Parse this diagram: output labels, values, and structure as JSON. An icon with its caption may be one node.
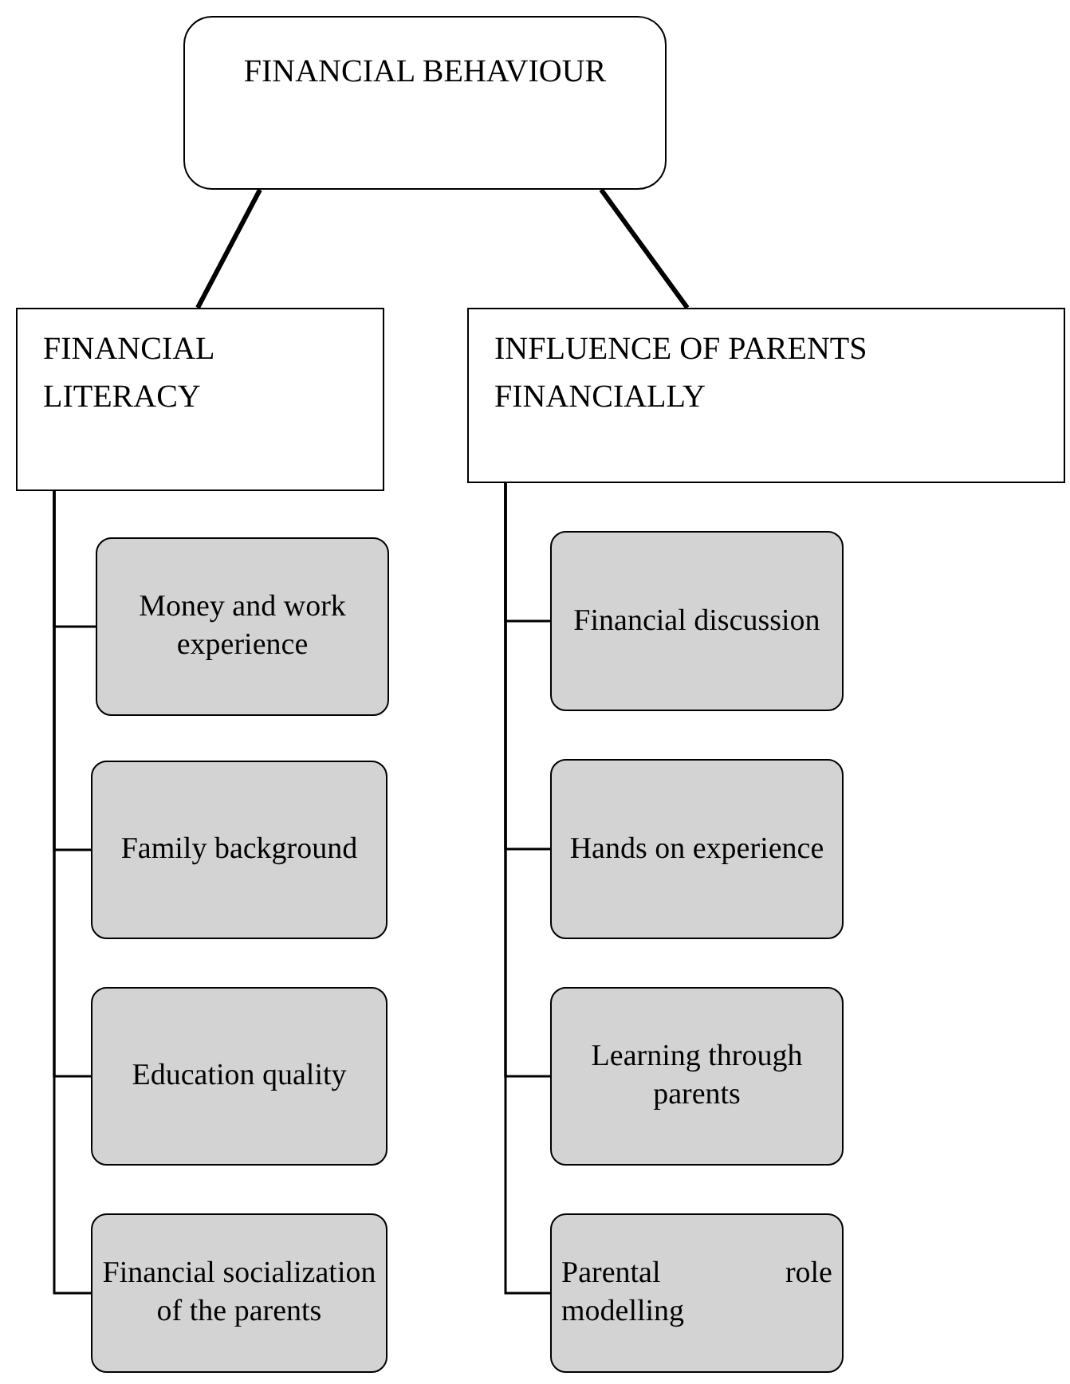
{
  "diagram": {
    "nodes": [
      {
        "text": [
          "FINANCIAL BEHAVIOUR"
        ]
      },
      {
        "text": [
          "FINANCIAL LITERACY"
        ]
      },
      {
        "text": [
          "INFLUENCE OF PARENTS FINANCIALLY"
        ]
      },
      {
        "text": [
          "Money and work experience"
        ]
      },
      {
        "text": [
          "Family background"
        ]
      },
      {
        "text": [
          "Education quality"
        ]
      },
      {
        "text": [
          "Financial socialization of the parents"
        ]
      },
      {
        "text": [
          "Financial discussion"
        ]
      },
      {
        "text": [
          "Hands on experience"
        ]
      },
      {
        "text": [
          "Learning through parents"
        ]
      },
      {
        "text": [
          "Parental role modelling"
        ]
      }
    ],
    "edges": [
      {
        "from": 0,
        "to": 1,
        "arrow": "none",
        "style": "thick"
      },
      {
        "from": 0,
        "to": 2,
        "arrow": "none",
        "style": "thick"
      },
      {
        "from": 1,
        "to": 3,
        "arrow": "none"
      },
      {
        "from": 1,
        "to": 4,
        "arrow": "none"
      },
      {
        "from": 1,
        "to": 5,
        "arrow": "none"
      },
      {
        "from": 1,
        "to": 6,
        "arrow": "none"
      },
      {
        "from": 2,
        "to": 7,
        "arrow": "none"
      },
      {
        "from": 2,
        "to": 8,
        "arrow": "none"
      },
      {
        "from": 2,
        "to": 9,
        "arrow": "none"
      },
      {
        "from": 2,
        "to": 10,
        "arrow": "none"
      }
    ]
  }
}
